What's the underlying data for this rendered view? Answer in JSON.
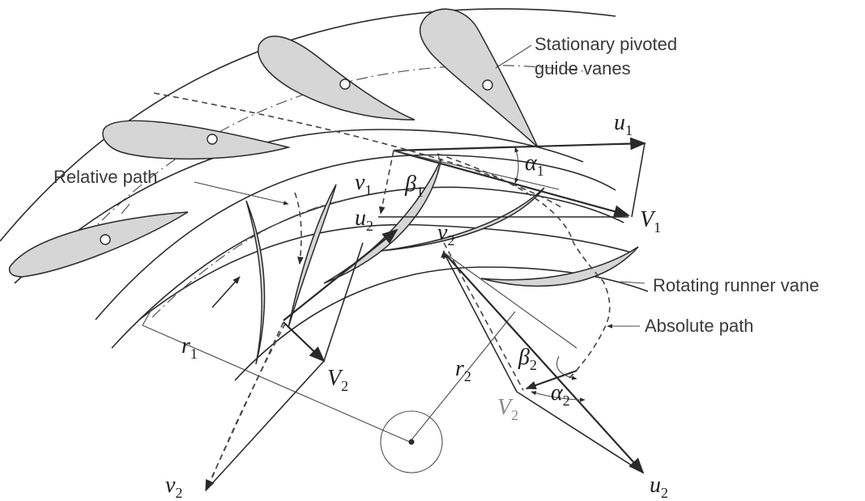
{
  "labels": {
    "guide_vanes": [
      "Stationary pivoted",
      "guide vanes"
    ],
    "relative_path": "Relative path",
    "rotating_runner_vane": "Rotating runner vane",
    "absolute_path": "Absolute path"
  },
  "symbols": {
    "u1": {
      "base": "u",
      "sub": "1"
    },
    "V1": {
      "base": "V",
      "sub": "1"
    },
    "v1": {
      "base": "v",
      "sub": "1"
    },
    "beta1": {
      "base": "β",
      "sub": "1"
    },
    "alpha1": {
      "base": "α",
      "sub": "1"
    },
    "u2_top": {
      "base": "u",
      "sub": "2"
    },
    "v2_top": {
      "base": "v",
      "sub": "2"
    },
    "r1": {
      "base": "r",
      "sub": "1"
    },
    "V2_left": {
      "base": "V",
      "sub": "2"
    },
    "r2": {
      "base": "r",
      "sub": "2"
    },
    "beta2": {
      "base": "β",
      "sub": "2"
    },
    "alpha2": {
      "base": "α",
      "sub": "2"
    },
    "V2_right": {
      "base": "V",
      "sub": "2"
    },
    "v2_bottom": {
      "base": "v",
      "sub": "2"
    },
    "u2_bottom": {
      "base": "u",
      "sub": "2"
    }
  },
  "colors": {
    "ink": "#2a2a2a",
    "vane_fill": "#d6d6d6",
    "grey_label": "#8a8a8a"
  }
}
